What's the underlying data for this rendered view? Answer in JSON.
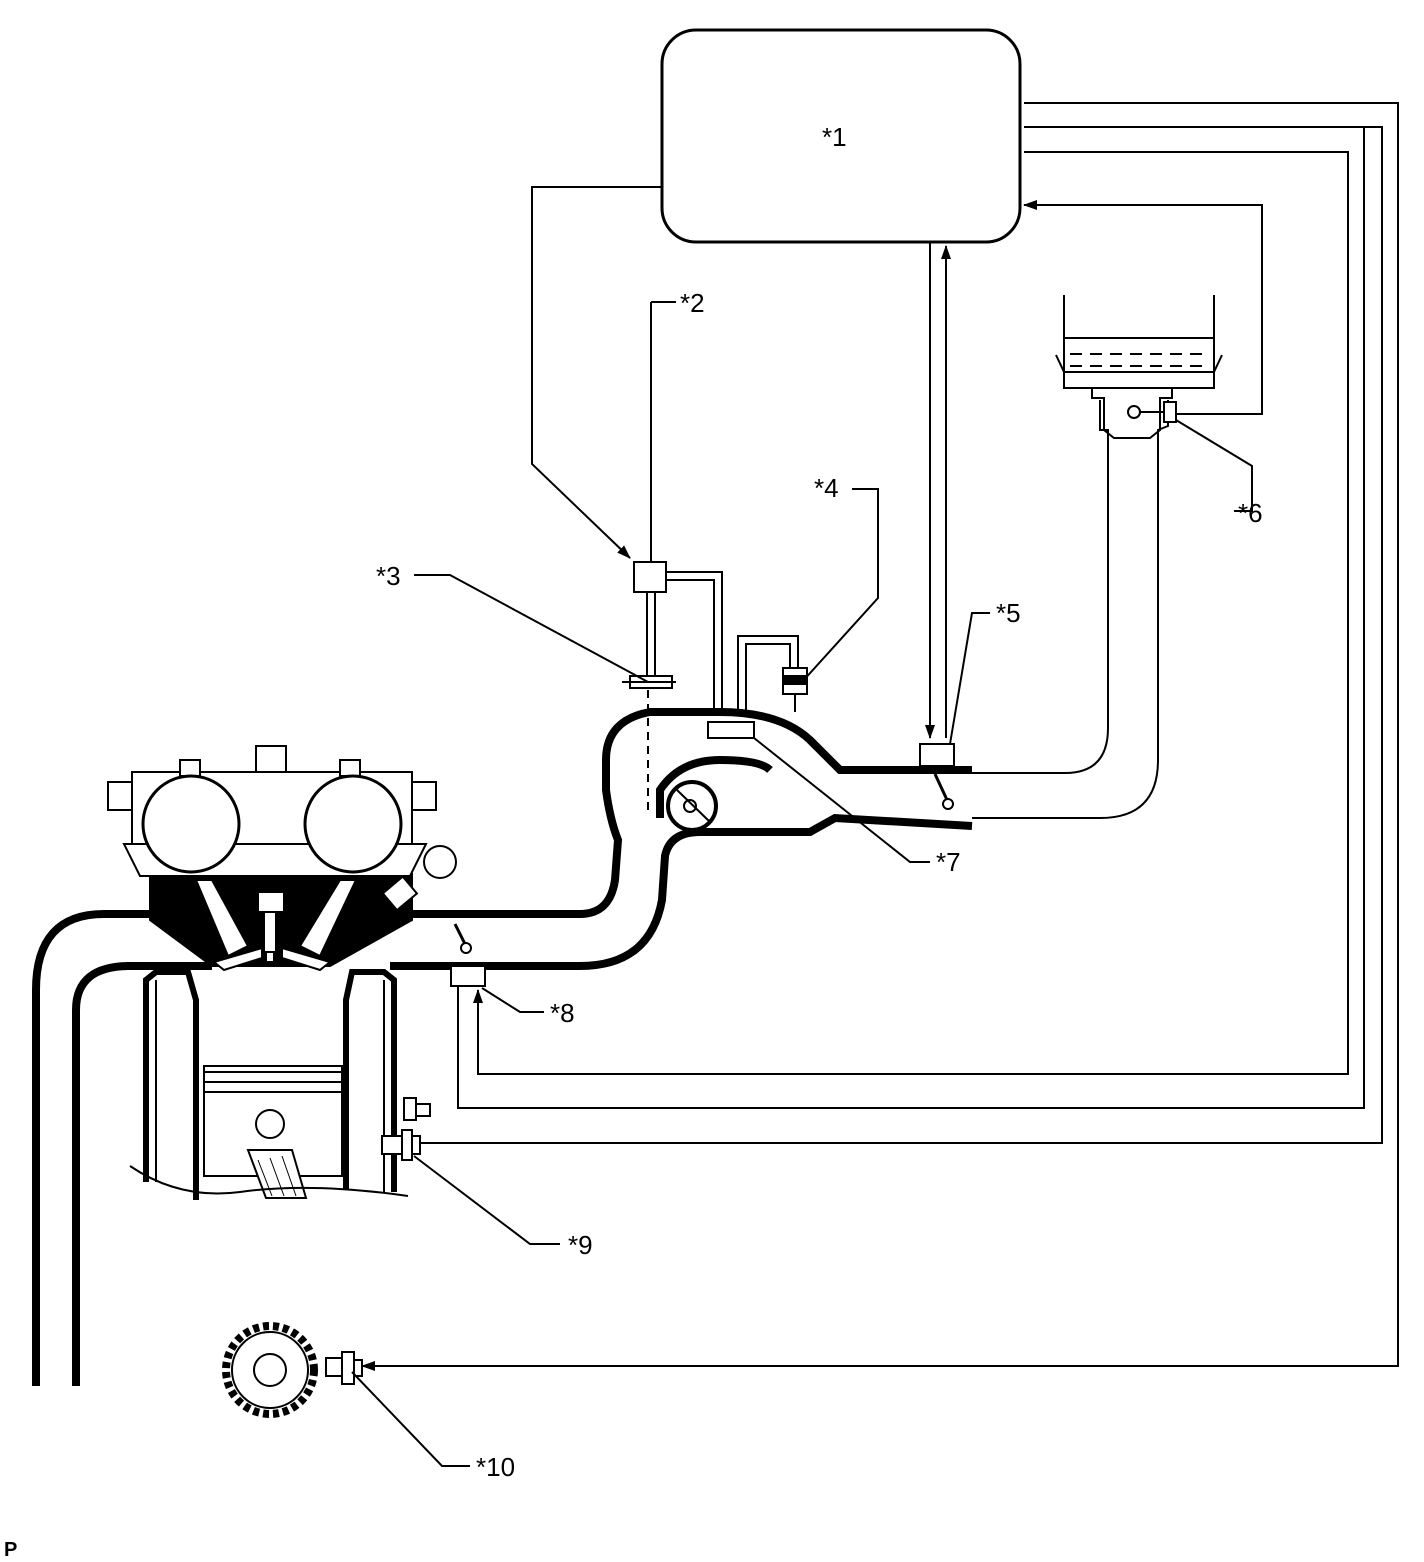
{
  "diagram": {
    "labels": {
      "l1": "*1",
      "l2": "*2",
      "l3": "*3",
      "l4": "*4",
      "l5": "*5",
      "l6": "*6",
      "l7": "*7",
      "l8": "*8",
      "l9": "*9",
      "l10": "*10"
    },
    "corner_mark": "P"
  },
  "colors": {
    "line": "#000000",
    "background": "#ffffff"
  }
}
